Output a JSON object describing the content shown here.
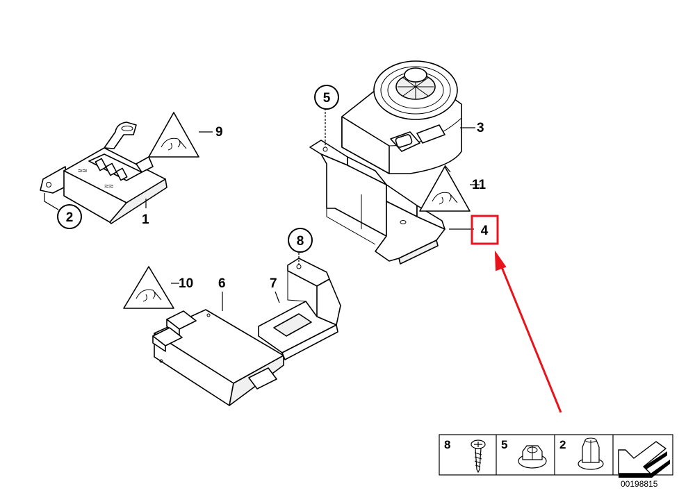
{
  "callouts": {
    "c1": "1",
    "c2": "2",
    "c3": "3",
    "c4": "4",
    "c5": "5",
    "c6": "6",
    "c7": "7",
    "c8": "8",
    "c9": "9",
    "c10": "10",
    "c11": "11"
  },
  "legend": {
    "item_8": "8",
    "item_5": "5",
    "item_2": "2"
  },
  "diagram_number": "00198815",
  "colors": {
    "highlight": "#e8131b",
    "line": "#000000",
    "background": "#ffffff"
  },
  "icons": {
    "warning": "wire-warning-triangle-icon",
    "screw": "screw-icon",
    "nut": "flange-nut-icon",
    "cap_nut": "cap-nut-icon",
    "direction": "arrow-direction-icon"
  }
}
